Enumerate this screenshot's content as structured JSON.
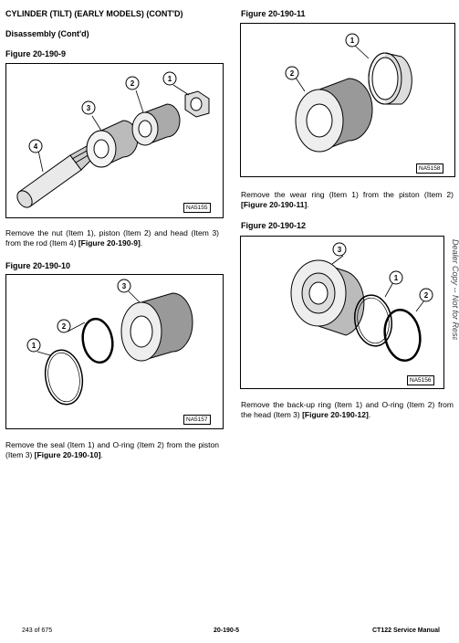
{
  "header": {
    "title": "CYLINDER (TILT) (EARLY MODELS) (CONT'D)",
    "subtitle": "Disassembly (Cont'd)"
  },
  "figures": [
    {
      "label": "Figure 20-190-9",
      "code": "NA5155",
      "callouts": [
        "1",
        "2",
        "3",
        "4"
      ]
    },
    {
      "label": "Figure 20-190-10",
      "code": "NA5157",
      "callouts": [
        "1",
        "2",
        "3"
      ]
    },
    {
      "label": "Figure 20-190-11",
      "code": "NA5158",
      "callouts": [
        "1",
        "2"
      ]
    },
    {
      "label": "Figure 20-190-12",
      "code": "NA5156",
      "callouts": [
        "1",
        "2",
        "3"
      ]
    }
  ],
  "paragraphs": [
    {
      "text": "Remove the nut (Item 1), piston (Item 2) and head (Item 3) from the rod (Item 4) ",
      "ref": "[Figure 20-190-9]",
      "end": "."
    },
    {
      "text": "Remove the seal (Item 1) and O-ring (Item 2) from the piston (Item 3) ",
      "ref": "[Figure 20-190-10]",
      "end": "."
    },
    {
      "text": "Remove the wear ring (Item 1) from the piston (Item 2) ",
      "ref": "[Figure 20-190-11]",
      "end": "."
    },
    {
      "text": "Remove the back-up ring (Item 1) and O-ring (Item 2) from the head (Item 3) ",
      "ref": "[Figure 20-190-12]",
      "end": "."
    }
  ],
  "footer": {
    "page_count": "243 of 675",
    "page_number": "20-190-5",
    "manual_title": "CT122 Service Manual"
  },
  "side_watermark": "Dealer Copy -- Not for Resale"
}
